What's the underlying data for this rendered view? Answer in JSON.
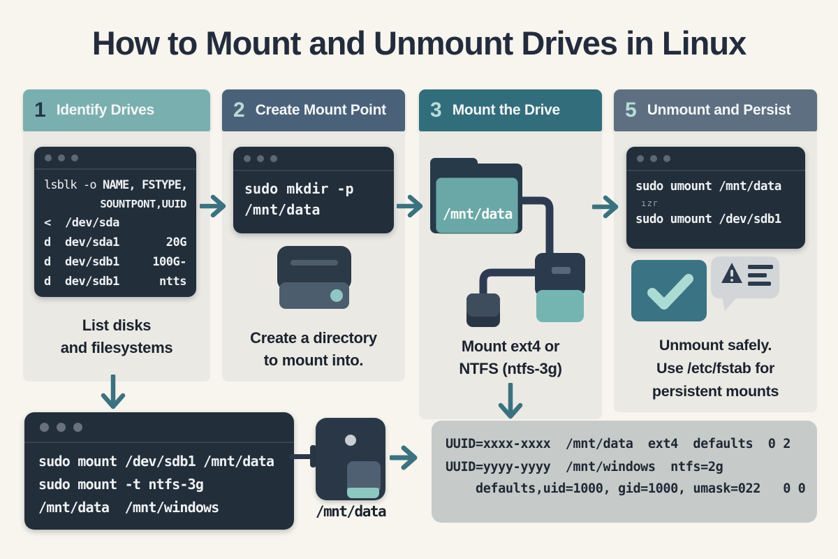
{
  "title": "How to Mount and Unmount Drives in Linux",
  "steps": {
    "s1": {
      "number": "1",
      "heading": "Identify Drives",
      "terminal": {
        "cmd_prefix": "lsblk -o ",
        "cmd_bold": "NAME, FSTYPE,",
        "cmd_cont": "SOUNTPONT,UUID",
        "rows": [
          {
            "c1": "<",
            "c2": "/dev/sda",
            "c3": ""
          },
          {
            "c1": "d",
            "c2": "dev/sda1",
            "c3": "20G"
          },
          {
            "c1": "d",
            "c2": "dev/sdb1",
            "c3": "100G-"
          },
          {
            "c1": "d",
            "c2": "dev/sdb1",
            "c3": "ntts"
          }
        ]
      },
      "caption1": "List disks",
      "caption2": "and filesystems"
    },
    "s2": {
      "number": "2",
      "heading": "Create Mount Point",
      "terminal_lines": [
        "sudo mkdir -p",
        "/mnt/data"
      ],
      "caption1": "Create a directory",
      "caption2": "to mount into."
    },
    "s3": {
      "number": "3",
      "heading": "Mount the Drive",
      "folder_label": "/mnt/data",
      "caption1": "Mount ext4 or",
      "caption2": "NTFS (ntfs-3g)"
    },
    "s4": {
      "number": "5",
      "heading": "Unmount and Persist",
      "terminal_lines": [
        "sudo umount /mnt/data",
        "ızг",
        "sudo umount /dev/sdb1"
      ],
      "caption1": "Unmount safely.",
      "caption2": "Use /etc/fstab for",
      "caption3": "persistent mounts"
    }
  },
  "bottom": {
    "terminal_lines": [
      "sudo mount /dev/sdb1 /mnt/data",
      "sudo mount -t ntfs-3g",
      "/mnt/data  /mnt/windows"
    ],
    "usb_label": "/mnt/data",
    "fstab_lines": [
      "UUID=xxxx-xxxx  /mnt/data  ext4  defaults  0 2",
      "UUID=yyyy-yyyy  /mnt/windows  ntfs=2g",
      "    defaults,uid=1000, gid=1000, umask=022   0 0"
    ]
  },
  "colors": {
    "background": "#f7f5ee",
    "header_step1": "#7aafaf",
    "header_step2": "#4a617a",
    "header_step3": "#326d7c",
    "header_step4": "#5d6f80",
    "panel": "#eae9e4",
    "terminal_bg": "#232e3b",
    "accent_teal_arrow": "#3a7280",
    "folder_front": "#69a8a6",
    "fstab_bg": "#c6cac9",
    "check_square": "#3a7383"
  }
}
